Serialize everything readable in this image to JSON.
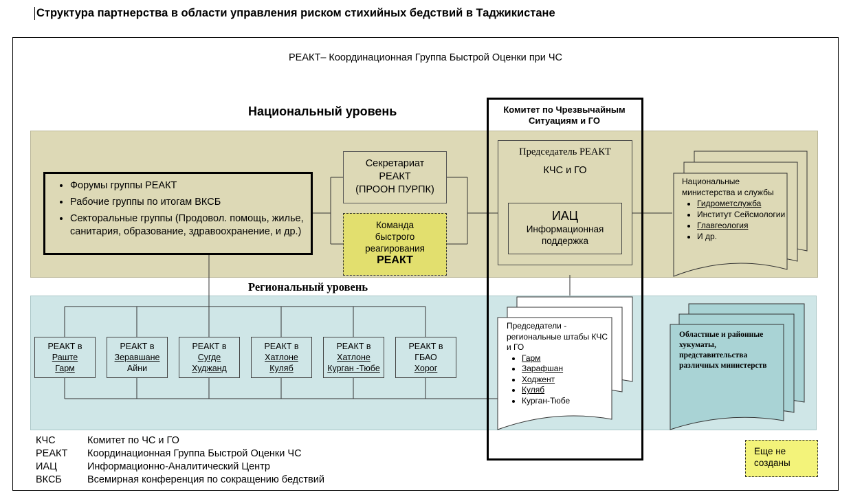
{
  "title": "Структура партнерства в области управления риском стихийных бедствий в Таджикистане",
  "subtitle": "РЕАКТ– Координационная Группа Быстрой Оценки при ЧС",
  "national_heading": "Национальный уровень",
  "regional_heading": "Региональный уровень",
  "forums": {
    "items": [
      "Форумы группы РЕАКТ",
      "Рабочие группы по итогам ВКСБ",
      "Секторальные группы (Продовол. помощь, жилье, санитария, образование, здравоохранение, и др.)"
    ]
  },
  "secretariat": {
    "line1": "Секретариат",
    "line2": "РЕАКТ",
    "line3": "(ПРООН ПУРПК)"
  },
  "response_team": {
    "line1": "Команда",
    "line2": "быстрого",
    "line3": "реагирования",
    "line4": "РЕАКТ"
  },
  "committee": {
    "title": "Комитет по Чрезвычайным Ситуациям и ГО",
    "chair": "Председатель РЕАКТ",
    "chair_sub": "КЧС и ГО",
    "iac_title": "ИАЦ",
    "iac_sub": "Информационная поддержка"
  },
  "ministries": {
    "heading": "Национальные министерства и службы",
    "items": [
      "Гидрометслужба",
      "Институт Сейсмологии",
      "Главгеология",
      "И др."
    ]
  },
  "regional_offices": [
    {
      "line1": "РЕАКТ в",
      "line2": "Раште",
      "line3": "Гарм"
    },
    {
      "line1": "РЕАКТ в",
      "line2": "Зеравшане",
      "line3": "Айни"
    },
    {
      "line1": "РЕАКТ в",
      "line2": "Сугде",
      "line3": "Худжанд"
    },
    {
      "line1": "РЕАКТ в",
      "line2": "Хатлоне",
      "line3": "Куляб"
    },
    {
      "line1": "РЕАКТ в",
      "line2": "Хатлоне",
      "line3": "Курган -Тюбе"
    },
    {
      "line1": "РЕАКТ в",
      "line2": "ГБАО",
      "line3": "Хорог"
    }
  ],
  "regional_chairs": {
    "heading": "Председатели - региональные штабы КЧС и ГО",
    "items": [
      "Гарм",
      "Зарафшан",
      "Ходжент",
      "Куляб",
      "Курган-Тюбе"
    ]
  },
  "provincial": {
    "text": "Областные и районные хукуматы, представительства различных министерств"
  },
  "legend": [
    {
      "abbr": "КЧС",
      "text": "Комитет по ЧС и ГО"
    },
    {
      "abbr": "РЕАКТ",
      "text": "Координационная Группа Быстрой Оценки ЧС"
    },
    {
      "abbr": "ИАЦ",
      "text": "Информационно-Аналитический Центр"
    },
    {
      "abbr": "ВКСБ",
      "text": "Всемирная конференция по сокращению бедствий"
    }
  ],
  "not_created": "Еще не созданы",
  "colors": {
    "national_band": "#ddd9b6",
    "regional_band": "#cfe6e7",
    "response_team": "#e2df6e",
    "not_created": "#f3f37a",
    "provincial_doc": "#a9d3d5"
  }
}
